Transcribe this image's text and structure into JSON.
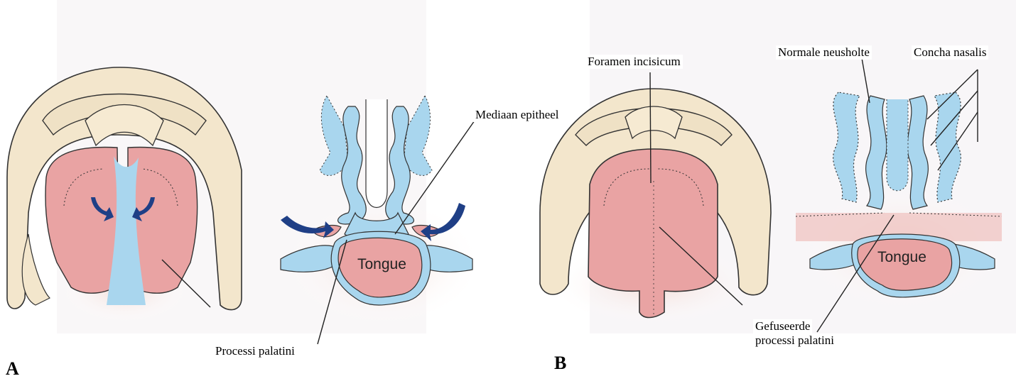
{
  "panels": {
    "a": "A",
    "b": "B"
  },
  "labels": {
    "mediaan_epitheel": "Mediaan epitheel",
    "processi_palatini": "Processi palatini",
    "foramen_incisicum": "Foramen incisicum",
    "normale_neusholte": "Normale neusholte",
    "concha_nasalis": "Concha nasalis",
    "gefuseerde_line1": "Gefuseerde",
    "gefuseerde_line2": "processi palatini"
  },
  "tongue_a": "Tongue",
  "tongue_b": "Tongue",
  "colors": {
    "palate_pink": "#e9a3a3",
    "epithelium_blue": "#a9d6ee",
    "jaw_cream": "#f3e6cc",
    "arrow_navy": "#1f3f86",
    "background_wash": "#f3e9f0"
  }
}
